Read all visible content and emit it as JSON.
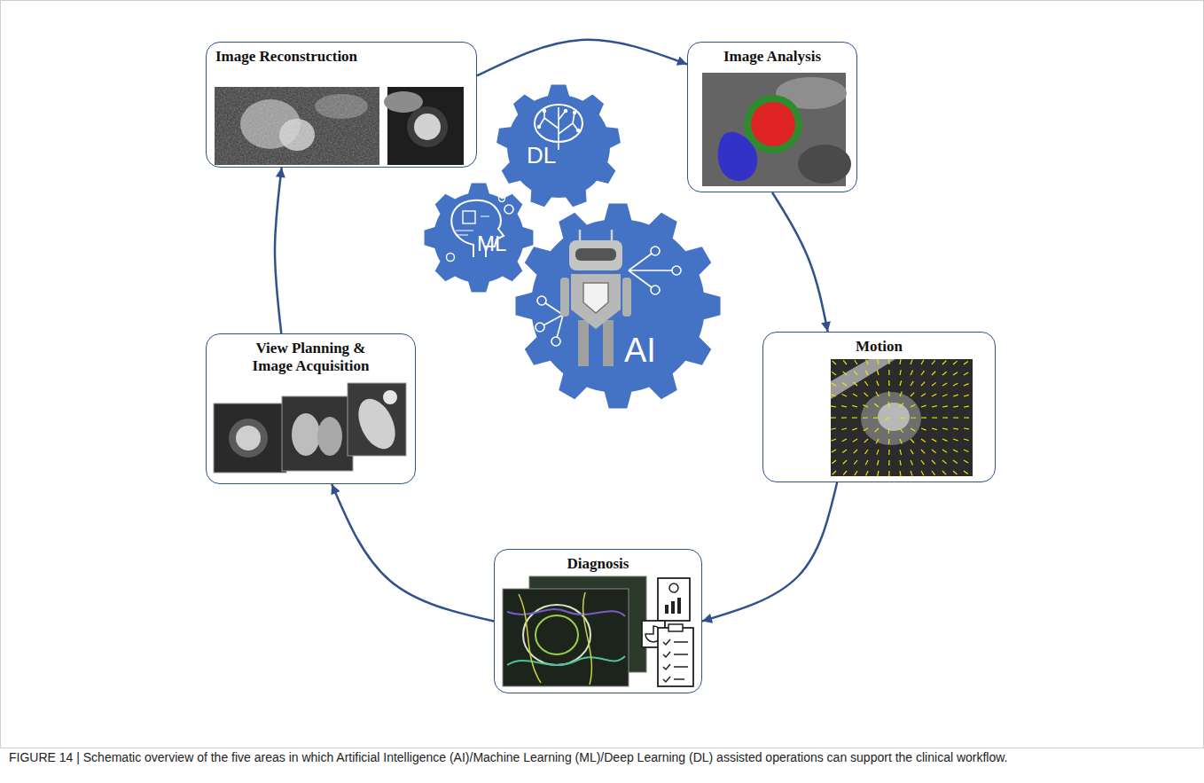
{
  "diagram": {
    "caption": "FIGURE 14 | Schematic overview of the five areas in which Artificial Intelligence (AI)/Machine Learning (ML)/Deep Learning (DL) assisted operations can support the clinical workflow.",
    "nodes": [
      {
        "text": [
          "Image Reconstruction"
        ]
      },
      {
        "text": [
          "Image Analysis"
        ]
      },
      {
        "text": [
          "Motion"
        ]
      },
      {
        "text": [
          "Diagnosis"
        ]
      },
      {
        "text": [
          "View Planning & Image Acquisition"
        ]
      },
      {
        "text": [
          "DL"
        ]
      },
      {
        "text": [
          "ML"
        ]
      },
      {
        "text": [
          "AI"
        ]
      }
    ],
    "edges": [
      {
        "from": 0,
        "to": 1,
        "arrow": "to"
      },
      {
        "from": 1,
        "to": 2,
        "arrow": "to"
      },
      {
        "from": 2,
        "to": 3,
        "arrow": "to"
      },
      {
        "from": 3,
        "to": 4,
        "arrow": "to"
      },
      {
        "from": 4,
        "to": 0,
        "arrow": "to"
      }
    ]
  }
}
